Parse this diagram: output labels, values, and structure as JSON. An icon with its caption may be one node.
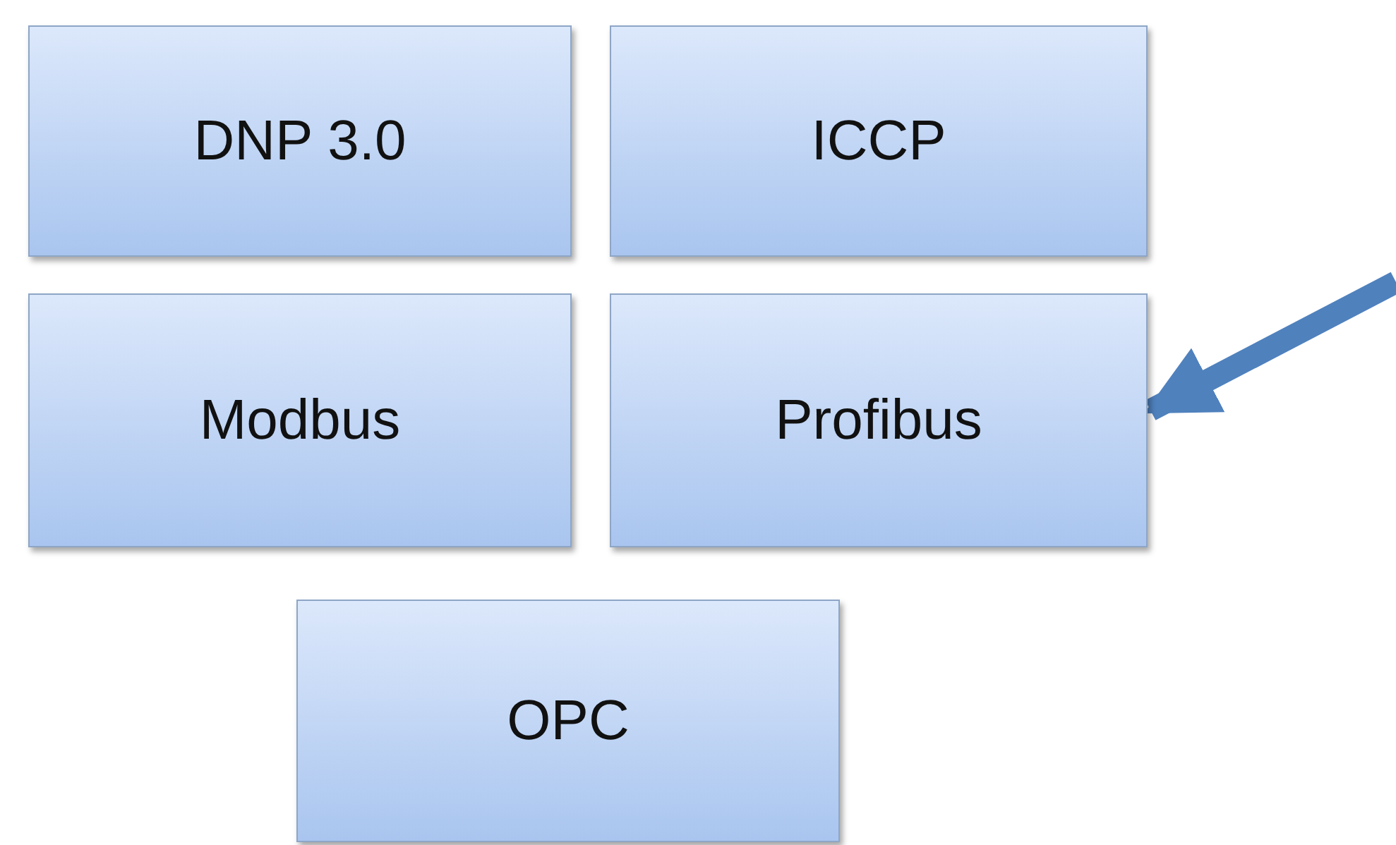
{
  "diagram": {
    "nodes": [
      {
        "text": [
          "DNP 3.0"
        ]
      },
      {
        "text": [
          "ICCP"
        ]
      },
      {
        "text": [
          "Modbus"
        ]
      },
      {
        "text": [
          "Profibus"
        ]
      },
      {
        "text": [
          "OPC"
        ]
      }
    ],
    "edges": [
      {
        "from": null,
        "to": 3,
        "arrow": "to"
      }
    ]
  }
}
